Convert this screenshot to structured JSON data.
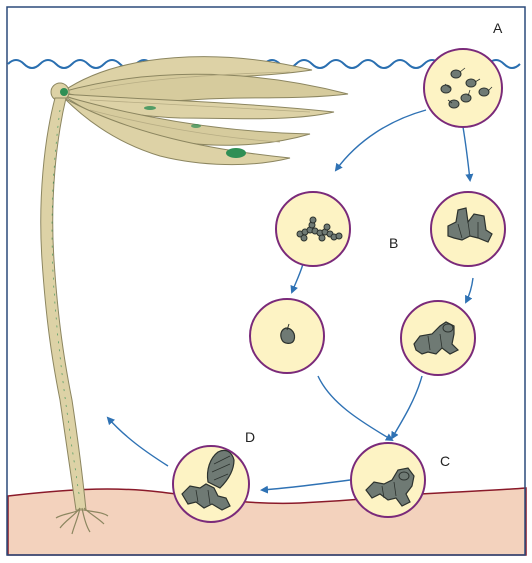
{
  "labels": {
    "a": "A",
    "b": "B",
    "c": "C",
    "d": "D"
  },
  "colors": {
    "frame": "#2b4a7a",
    "water_line": "#2a6fb0",
    "seabed_fill": "#f3d2bd",
    "seabed_line": "#8a1a2a",
    "kelp_fill": "#ddd2a6",
    "kelp_line": "#8c8660",
    "kelp_spot": "#2f8f55",
    "circle_fill": "#fdf3c4",
    "circle_ring": "#7a2a7a",
    "arrow": "#2f72b4",
    "organism_fill": "#6f7a74",
    "organism_dark": "#2c322e"
  }
}
